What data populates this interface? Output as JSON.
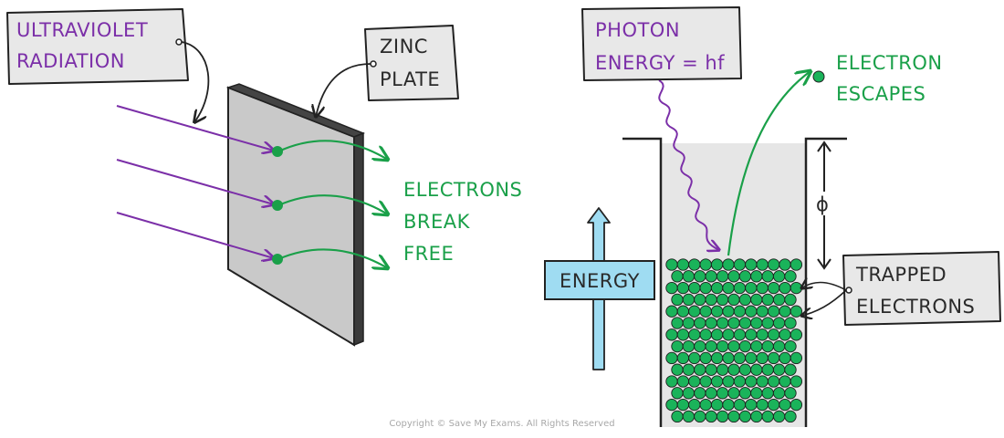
{
  "labels": {
    "ultraviolet_line1": "ULTRAVIOLET",
    "ultraviolet_line2": "RADIATION",
    "zinc_line1": "ZINC",
    "zinc_line2": "PLATE",
    "photon_line1": "PHOTON",
    "photon_line2": "ENERGY = hf",
    "electron_escapes_line1": "ELECTRON",
    "electron_escapes_line2": "ESCAPES",
    "break_line1": "ELECTRONS",
    "break_line2": "BREAK",
    "break_line3": "FREE",
    "energy": "ENERGY",
    "phi": "ϕ",
    "trapped_line1": "TRAPPED",
    "trapped_line2": "ELECTRONS"
  },
  "copyright": "Copyright © Save My Exams. All Rights Reserved",
  "colors": {
    "purple": "#7b2fa8",
    "green": "#1aa049",
    "electron": "#1ab35a",
    "plate": "#c8c8c8",
    "box": "#e8e8e8",
    "energy_blue": "#9fdcf2",
    "well_fill": "#e6e6e6"
  }
}
